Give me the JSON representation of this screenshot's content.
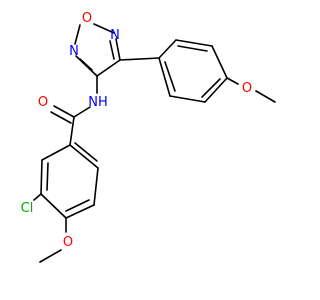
{
  "colors": {
    "background": "#ffffff",
    "bond": "#000000",
    "carbon": "#000000",
    "oxygen": "#ff0000",
    "nitrogen": "#0000ff",
    "chlorine": "#00aa00"
  },
  "atoms": {
    "ring_o": "O",
    "ring_n_right": "N",
    "ring_n_left": "N",
    "amide_nh": "NH",
    "carbonyl_o": "O",
    "methoxy_o_right": "O",
    "methoxy_o_bottom": "O",
    "cl": "Cl"
  }
}
